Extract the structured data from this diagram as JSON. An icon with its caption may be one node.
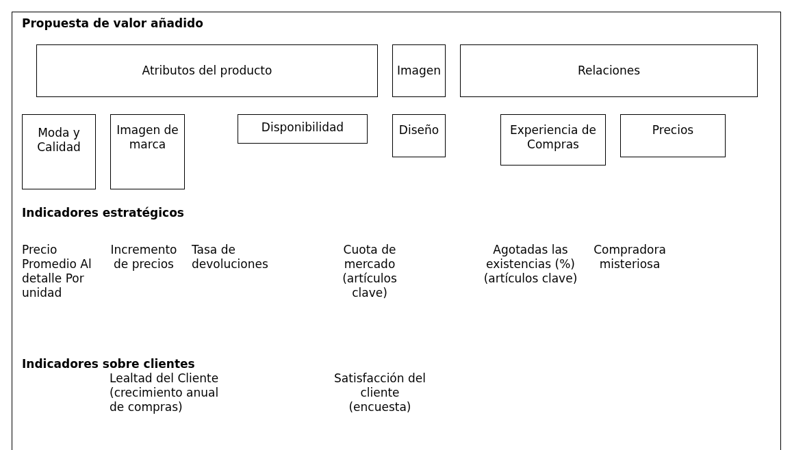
{
  "diagram": {
    "nodes": [
      {
        "text": [
          "Atributos del producto"
        ]
      },
      {
        "text": [
          "Imagen"
        ]
      },
      {
        "text": [
          "Relaciones"
        ]
      },
      {
        "text": [
          "Moda y Calidad"
        ]
      },
      {
        "text": [
          "Imagen de marca"
        ]
      },
      {
        "text": [
          "Disponibilidad"
        ]
      },
      {
        "text": [
          "Diseño"
        ]
      },
      {
        "text": [
          "Experiencia de Compras"
        ]
      },
      {
        "text": [
          "Precios"
        ]
      }
    ],
    "labels": [
      "Propuesta de valor añadido",
      "Indicadores estratégicos",
      "Precio Promedio Al detalle Por unidad",
      "Incremento de precios",
      "Tasa de devoluciones",
      "Cuota de mercado (artículos clave)",
      "Agotadas las existencias (%) (artículos clave)",
      "Compradora misteriosa",
      "Indicadores sobre clientes",
      "Lealtad del Cliente (crecimiento anual de compras)",
      "Satisfacción del cliente (encuesta)"
    ]
  }
}
